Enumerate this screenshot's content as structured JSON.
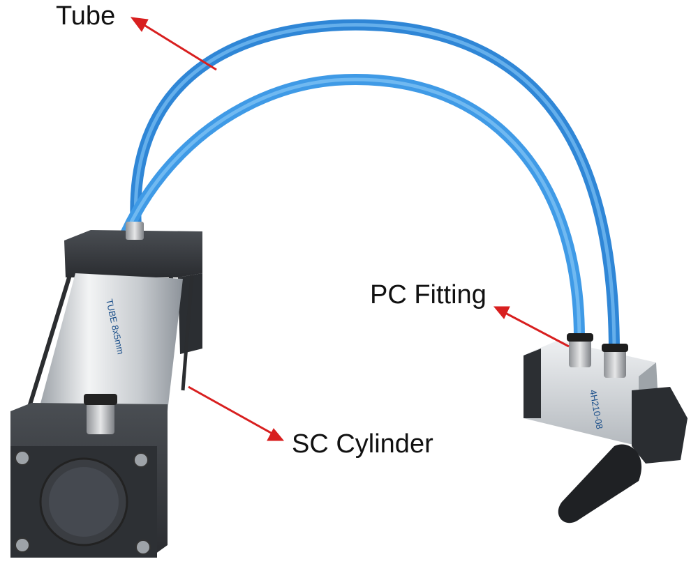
{
  "labels": {
    "tube": "Tube",
    "pc_fitting": "PC Fitting",
    "sc_cylinder": "SC Cylinder"
  },
  "product_markings": {
    "tube_print": "TUBE 8x5mm",
    "valve_print": "4H210-08"
  },
  "colors": {
    "tube": "#3f9ae6",
    "arrow": "#d81f1f",
    "cylinder_body": "#c9cdd1",
    "end_cap": "#36393d",
    "valve_body": "#d7dbde",
    "handle": "#1f2124"
  }
}
